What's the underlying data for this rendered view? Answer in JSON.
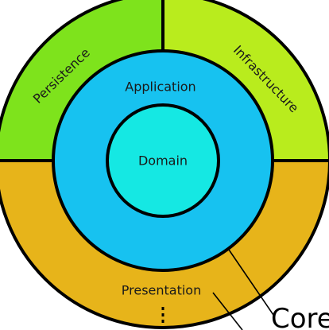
{
  "diagram": {
    "layers": {
      "domain": {
        "label": "Domain",
        "color": "#15e8e3"
      },
      "application": {
        "label": "Application",
        "color": "#17c2f0"
      },
      "persistence": {
        "label": "Persistence",
        "color": "#7ee31c"
      },
      "infrastructure": {
        "label": "Infrastructure",
        "color": "#b9ec1d"
      },
      "presentation": {
        "label": "Presentation",
        "color": "#e7b41a"
      }
    },
    "callout": {
      "label": "Core"
    },
    "stroke_color": "#000000"
  }
}
